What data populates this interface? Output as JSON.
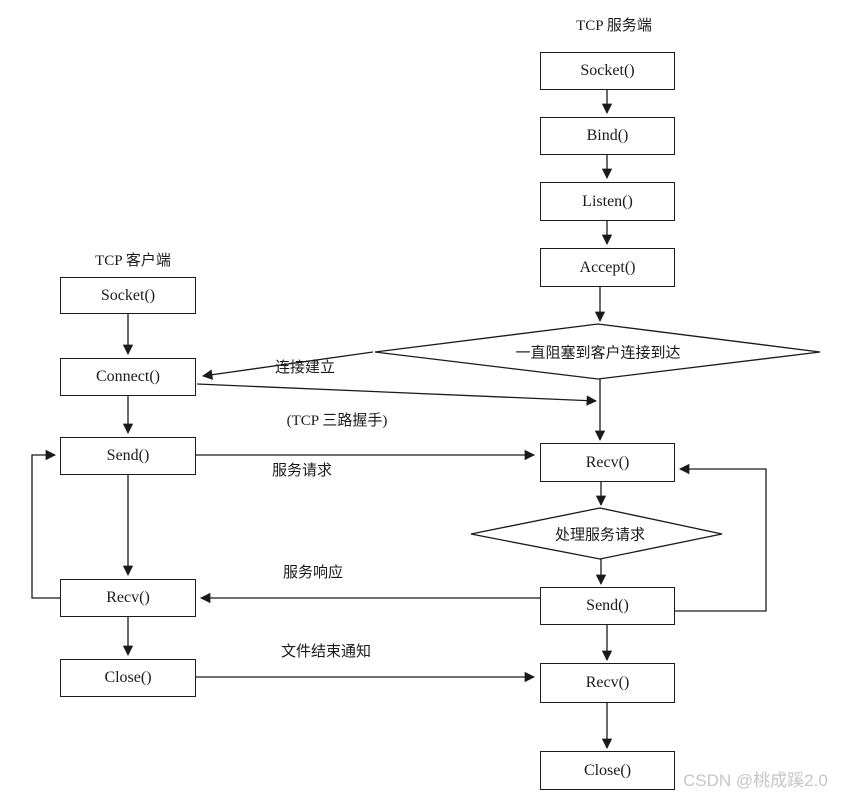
{
  "diagram": {
    "client": {
      "title": "TCP 客户端",
      "boxes": [
        {
          "label": "Socket()"
        },
        {
          "label": "Connect()"
        },
        {
          "label": "Send()"
        },
        {
          "label": "Recv()"
        },
        {
          "label": "Close()"
        }
      ]
    },
    "server": {
      "title": "TCP 服务端",
      "boxes": [
        {
          "label": "Socket()"
        },
        {
          "label": "Bind()"
        },
        {
          "label": "Listen()"
        },
        {
          "label": "Accept()"
        },
        {
          "label": "Recv()"
        },
        {
          "label": "Send()"
        },
        {
          "label": "Recv()"
        },
        {
          "label": "Close()"
        }
      ],
      "diamonds": [
        {
          "label": "一直阻塞到客户连接到达"
        },
        {
          "label": "处理服务请求"
        }
      ]
    },
    "edge_labels": {
      "connect_established": "连接建立",
      "handshake": "(TCP 三路握手)",
      "service_request": "服务请求",
      "service_response": "服务响应",
      "eof_notice": "文件结束通知"
    },
    "watermark": "CSDN @桃成蹊2.0",
    "colors": {
      "line": "#1a1a1a",
      "box_fill": "#ffffff",
      "watermark": "#c6c6c6"
    }
  }
}
